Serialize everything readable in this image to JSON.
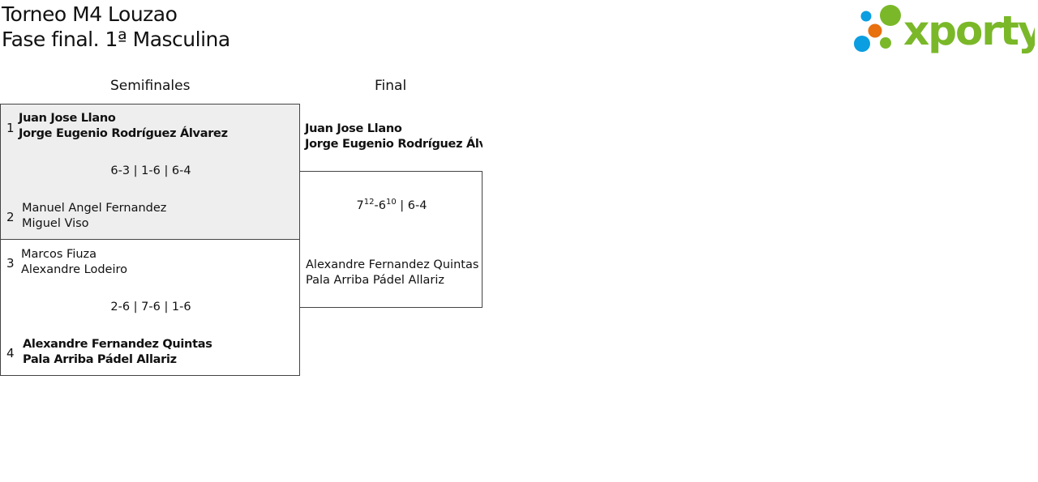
{
  "header": {
    "title_line1": "Torneo M4 Louzao",
    "title_line2": "Fase final. 1ª Masculina",
    "logo_text": "xporty"
  },
  "rounds": {
    "semifinals": "Semifinales",
    "final": "Final"
  },
  "semifinal1": {
    "team1": {
      "seed": "1",
      "player1": "Juan Jose Llano",
      "player2": "Jorge Eugenio Rodríguez Álvarez",
      "winner": true
    },
    "team2": {
      "seed": "2",
      "player1": "Manuel Angel Fernandez",
      "player2": "Miguel Viso",
      "winner": false
    },
    "score": "6-3 | 1-6 | 6-4"
  },
  "semifinal2": {
    "team1": {
      "seed": "3",
      "player1": "Marcos Fiuza",
      "player2": "Alexandre Lodeiro",
      "winner": false
    },
    "team2": {
      "seed": "4",
      "player1": "Alexandre Fernandez Quintas",
      "player2": "Pala Arriba Pádel Allariz",
      "winner": true
    },
    "score": "2-6 | 7-6 | 1-6"
  },
  "final": {
    "team1": {
      "player1": "Juan Jose Llano",
      "player2": "Jorge Eugenio Rodríguez Álvarez",
      "winner": true
    },
    "team2": {
      "player1": "Alexandre Fernandez Quintas",
      "player2": "Pala Arriba Pádel Allariz",
      "winner": false
    },
    "score": {
      "set1_a": "7",
      "set1_a_tb": "12",
      "set1_b": "6",
      "set1_b_tb": "10",
      "rest": " | 6-4"
    }
  },
  "colors": {
    "logo_green": "#7ab829",
    "logo_blue": "#0b9ee0",
    "logo_orange": "#e8700e",
    "highlight_bg": "#eeeeee"
  }
}
